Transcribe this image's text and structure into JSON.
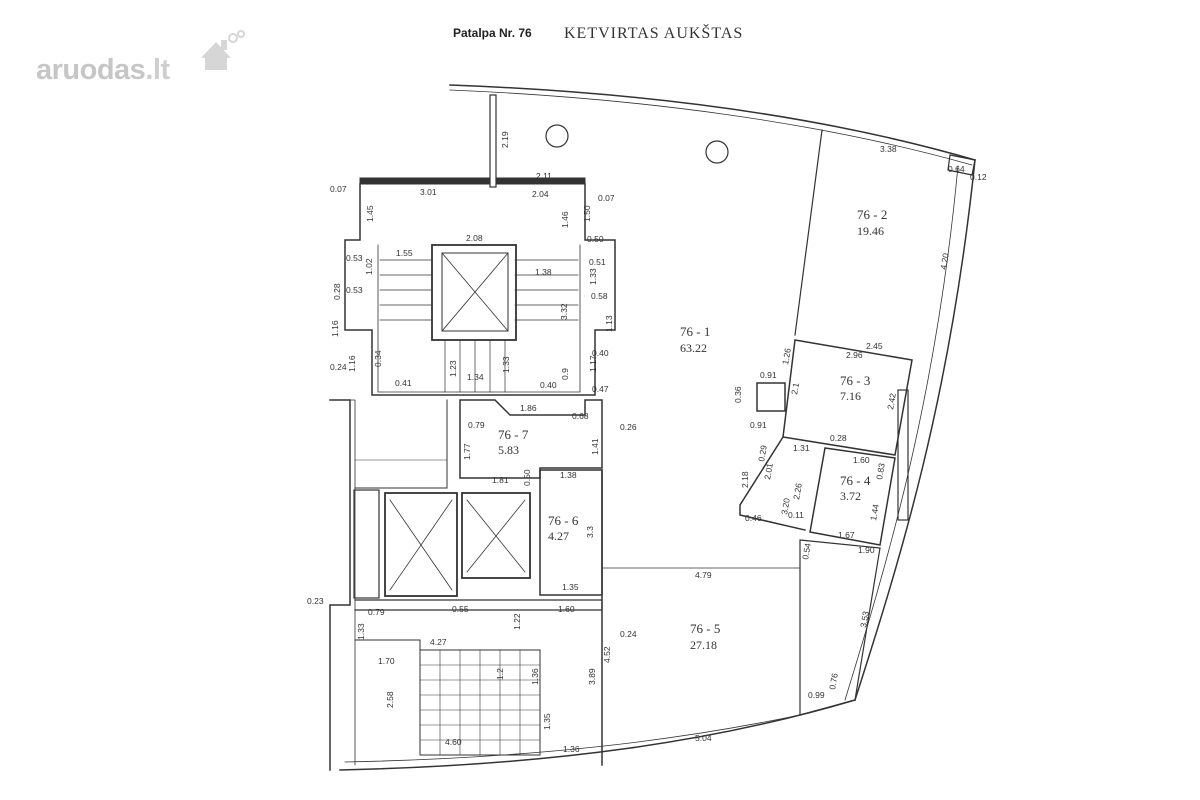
{
  "watermark": {
    "brand": "aruodas",
    "tld": ".lt",
    "icon": "house-icon"
  },
  "header": {
    "unit": "Patalpa Nr. 76",
    "floor": "KETVIRTAS AUKŠTAS"
  },
  "rooms": [
    {
      "id": "76 - 1",
      "area": "63.22"
    },
    {
      "id": "76 - 2",
      "area": "19.46"
    },
    {
      "id": "76 - 3",
      "area": "7.16"
    },
    {
      "id": "76 - 4",
      "area": "3.72"
    },
    {
      "id": "76 - 5",
      "area": "27.18"
    },
    {
      "id": "76 - 6",
      "area": "4.27"
    },
    {
      "id": "76 - 7",
      "area": "5.83"
    }
  ],
  "dims": [
    "2.19",
    "0.07",
    "3.01",
    "2.11",
    "2.04",
    "0.07",
    "1.45",
    "1.46",
    "1.50",
    "0.50",
    "2.08",
    "1.55",
    "1.38",
    "0.53",
    "1.02",
    "0.53",
    "0.28",
    "1.16",
    "0.51",
    "1.33",
    "0.58",
    "3.32",
    "1.13",
    "0.24",
    "1.16",
    "0.34",
    "1.23",
    "1.34",
    "1.33",
    "0.41",
    "0.40",
    "0.9",
    "1.17",
    "0.40",
    "0.47",
    "1.86",
    "0.68",
    "0.79",
    "1.41",
    "0.26",
    "1.77",
    "1.81",
    "0.50",
    "1.38",
    "3.3",
    "1.35",
    "0.23",
    "0.79",
    "0.55",
    "1.60",
    "1.22",
    "0.24",
    "4.27",
    "1.33",
    "1.70",
    "1.2",
    "1.36",
    "2.58",
    "3.89",
    "4.52",
    "1.35",
    "4.60",
    "1.36",
    "5.04",
    "4.79",
    "1.90",
    "3.53",
    "0.54",
    "0.36",
    "0.91",
    "0.91",
    "1.26",
    "2.96",
    "2.45",
    "2.1",
    "2.42",
    "0.28",
    "1.31",
    "1.60",
    "2.18",
    "0.29",
    "2.01",
    "3.20",
    "2.26",
    "0.83",
    "0.11",
    "1.67",
    "1.44",
    "0.46",
    "3.38",
    "0.64",
    "0.12",
    "4.20",
    "0.99",
    "0.76"
  ]
}
